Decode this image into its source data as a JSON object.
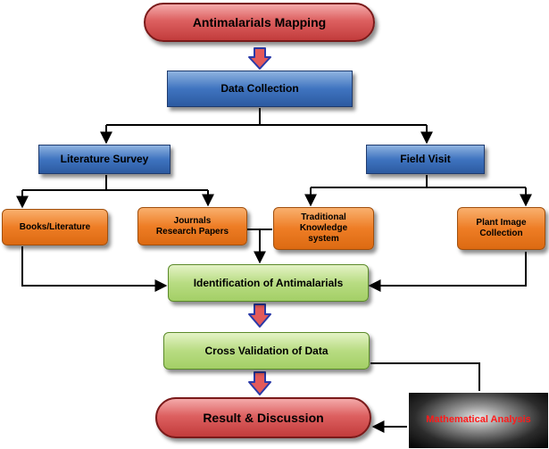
{
  "nodes": {
    "mapping": "Antimalarials Mapping",
    "data_collection": "Data Collection",
    "literature_survey": "Literature Survey",
    "field_visit": "Field Visit",
    "books": "Books/Literature",
    "journals": "Journals\nResearch Papers",
    "traditional": "Traditional\nKnowledge\nsystem",
    "plant_image": "Plant Image\nCollection",
    "identification": "Identification of Antimalarials",
    "cross_validation": "Cross Validation of Data",
    "result": "Result & Discussion",
    "math_analysis": "Mathematical Analysis"
  },
  "colors": {
    "pill": "#d85a5a",
    "blue": "#3f74c0",
    "orange": "#ee7d25",
    "green": "#b8dc82",
    "connector": "#000000",
    "arrow_fill": "#e35a5a",
    "arrow_outline": "#2a3aa8",
    "math_text": "#ff1a1a"
  }
}
